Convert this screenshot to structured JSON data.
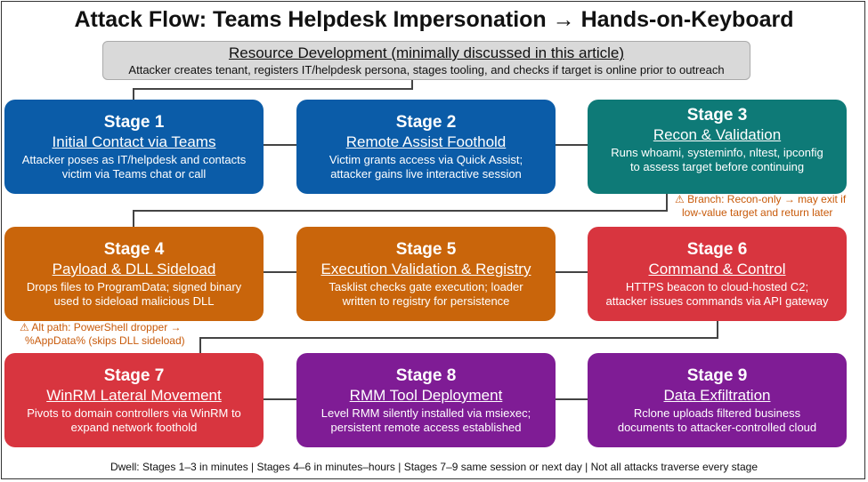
{
  "title": "Attack Flow: Teams Helpdesk Impersonation → Hands-on-Keyboard",
  "resource": {
    "title": "Resource Development (minimally discussed in this article)",
    "desc": "Attacker creates tenant, registers IT/helpdesk persona, stages tooling, and checks if target is online prior to outreach"
  },
  "stages": [
    {
      "num": "Stage 1",
      "name": "Initial Contact via Teams",
      "desc1": "Attacker poses as IT/helpdesk and contacts",
      "desc2": "victim via Teams chat or call"
    },
    {
      "num": "Stage 2",
      "name": "Remote Assist Foothold",
      "desc1": "Victim grants access via Quick Assist;",
      "desc2": "attacker gains live interactive session"
    },
    {
      "num": "Stage 3",
      "name": "Recon & Validation",
      "desc1": "Runs whoami, systeminfo, nltest, ipconfig",
      "desc2": "to assess target before continuing"
    },
    {
      "num": "Stage 4",
      "name": "Payload & DLL Sideload",
      "desc1": "Drops files to ProgramData; signed binary",
      "desc2": "used to sideload malicious DLL"
    },
    {
      "num": "Stage 5",
      "name": "Execution Validation & Registry",
      "desc1": "Tasklist checks gate execution; loader",
      "desc2": "written to registry for persistence"
    },
    {
      "num": "Stage 6",
      "name": "Command & Control",
      "desc1": "HTTPS beacon to cloud-hosted C2;",
      "desc2": "attacker issues commands via API gateway"
    },
    {
      "num": "Stage 7",
      "name": "WinRM Lateral Movement",
      "desc1": "Pivots to domain controllers via WinRM to",
      "desc2": "expand network foothold"
    },
    {
      "num": "Stage 8",
      "name": "RMM Tool Deployment",
      "desc1": "Level RMM silently installed via msiexec;",
      "desc2": "persistent remote access established"
    },
    {
      "num": "Stage 9",
      "name": "Data Exfiltration",
      "desc1": "Rclone uploads filtered business",
      "desc2": "documents to attacker-controlled cloud"
    }
  ],
  "notes": {
    "branch1": "⚠ Branch: Recon-only → may exit if",
    "branch2": "low-value target and return later",
    "alt1": "⚠ Alt path: PowerShell dropper →",
    "alt2": "%AppData% (skips DLL sideload)"
  },
  "footer": "Dwell: Stages 1–3 in minutes  |  Stages 4–6 in minutes–hours  |  Stages 7–9 same session or next day  |  Not all attacks traverse every stage",
  "colors": {
    "blue": "#0b5ca8",
    "teal": "#0e7a77",
    "orange": "#c9650b",
    "red": "#d8353f",
    "purple": "#7f1c95",
    "note": "#c85a0a"
  }
}
